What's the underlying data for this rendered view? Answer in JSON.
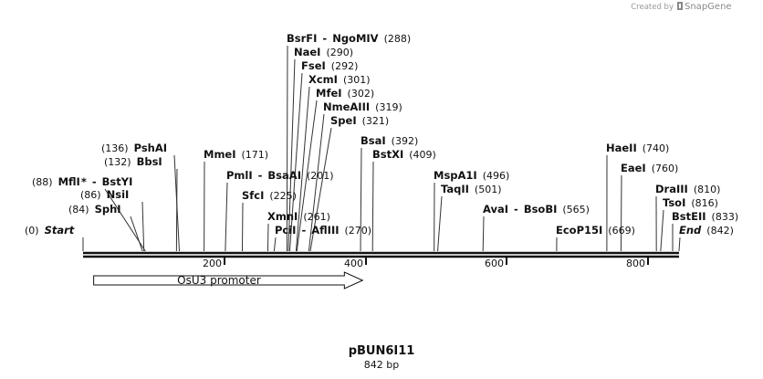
{
  "watermark": {
    "prefix": "Created by",
    "brand": "SnapGene"
  },
  "map": {
    "name": "pBUN6I11",
    "length_label": "842 bp",
    "length": 842,
    "ticks": [
      "200",
      "400",
      "600",
      "800"
    ],
    "feature": {
      "label": "OsU3 promoter",
      "start": 15,
      "end": 395
    }
  },
  "sites": [
    {
      "parts": [
        "(0)",
        "Start"
      ],
      "italic": true,
      "line": 0,
      "kind": "end"
    },
    {
      "parts": [
        "(84)",
        "SphI"
      ],
      "line": 84
    },
    {
      "parts": [
        "(86)",
        "NsiI"
      ],
      "line": 86
    },
    {
      "parts": [
        "(88)",
        "MflI",
        "*",
        "-",
        "BstYI"
      ],
      "line": 88
    },
    {
      "parts": [
        "(132)",
        "BbsI"
      ],
      "line": 132
    },
    {
      "parts": [
        "(136)",
        "PshAI"
      ],
      "line": 136
    },
    {
      "parts": [
        "MmeI",
        "(171)"
      ],
      "line": 171
    },
    {
      "parts": [
        "PmlI",
        "-",
        "BsaAI",
        "(201)"
      ],
      "line": 201
    },
    {
      "parts": [
        "SfcI",
        "(225)"
      ],
      "line": 225
    },
    {
      "parts": [
        "XmnI",
        "(261)"
      ],
      "line": 261
    },
    {
      "parts": [
        "PciI",
        "-",
        "AflIII",
        "(270)"
      ],
      "line": 270
    },
    {
      "parts": [
        "BsrFI",
        "-",
        "NgoMIV",
        "(288)"
      ],
      "line": 288
    },
    {
      "parts": [
        "NaeI",
        "(290)"
      ],
      "line": 290
    },
    {
      "parts": [
        "FseI",
        "(292)"
      ],
      "line": 292
    },
    {
      "parts": [
        "XcmI",
        "(301)"
      ],
      "line": 301
    },
    {
      "parts": [
        "MfeI",
        "(302)"
      ],
      "line": 302
    },
    {
      "parts": [
        "NmeAIII",
        "(319)"
      ],
      "line": 319
    },
    {
      "parts": [
        "SpeI",
        "(321)"
      ],
      "line": 321
    },
    {
      "parts": [
        "BsaI",
        "(392)"
      ],
      "line": 392
    },
    {
      "parts": [
        "BstXI",
        "(409)"
      ],
      "line": 409
    },
    {
      "parts": [
        "MspA1I",
        "(496)"
      ],
      "line": 496
    },
    {
      "parts": [
        "TaqII",
        "(501)"
      ],
      "line": 501
    },
    {
      "parts": [
        "AvaI",
        "-",
        "BsoBI",
        "(565)"
      ],
      "line": 565
    },
    {
      "parts": [
        "EcoP15I",
        "(669)"
      ],
      "line": 669
    },
    {
      "parts": [
        "HaeII",
        "(740)"
      ],
      "line": 740
    },
    {
      "parts": [
        "EaeI",
        "(760)"
      ],
      "line": 760
    },
    {
      "parts": [
        "DraIII",
        "(810)"
      ],
      "line": 810
    },
    {
      "parts": [
        "TsoI",
        "(816)"
      ],
      "line": 816
    },
    {
      "parts": [
        "BstEII",
        "(833)"
      ],
      "line": 833
    },
    {
      "parts": [
        "End",
        "(842)"
      ],
      "italic": true,
      "line": 842,
      "kind": "end"
    }
  ],
  "colors": {
    "backbone": "#111111",
    "arrow_fill": "#ffffff",
    "arrow_stroke": "#111111"
  }
}
